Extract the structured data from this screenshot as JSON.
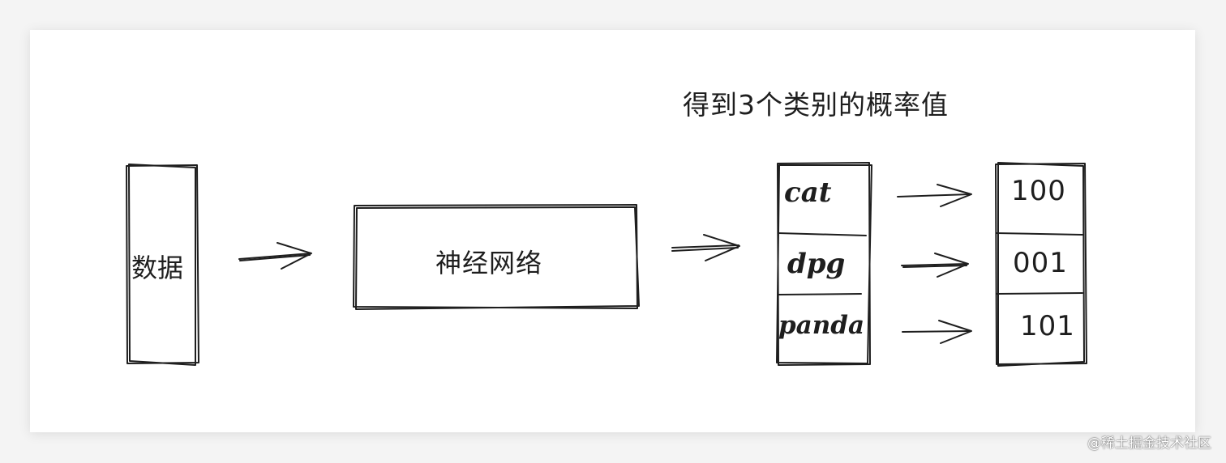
{
  "title": "得到3个类别的概率值",
  "input": {
    "label": "数据"
  },
  "network": {
    "label": "神经网络"
  },
  "classes": [
    {
      "name": "cat",
      "code": "100"
    },
    {
      "name": "dpg",
      "code": "001"
    },
    {
      "name": "panda",
      "code": "101"
    }
  ],
  "watermark": "@稀土掘金技术社区"
}
